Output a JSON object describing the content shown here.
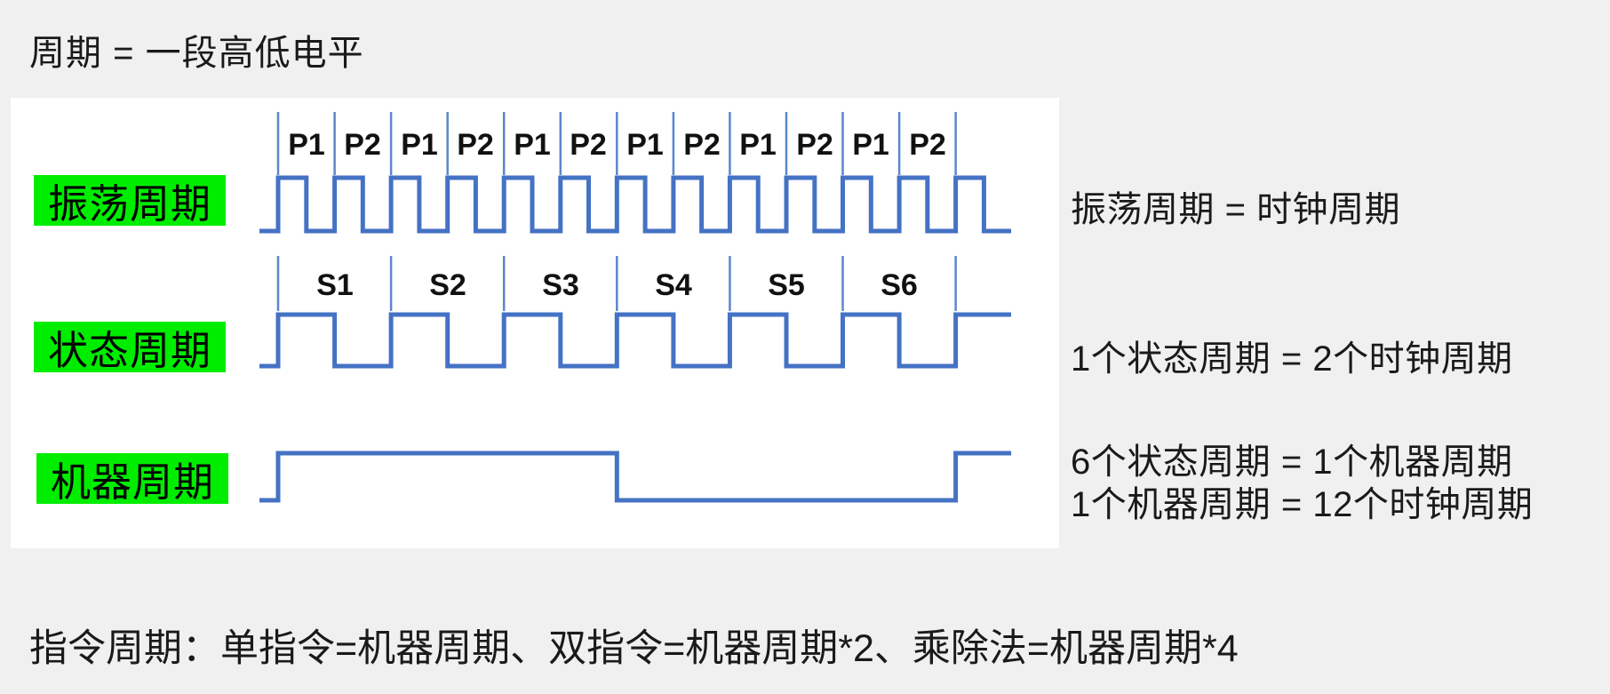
{
  "page": {
    "title": "周期 = 一段高低电平",
    "footer": "指令周期：单指令=机器周期、双指令=机器周期*2、乘除法=机器周期*4"
  },
  "waveforms": {
    "oscillation": {
      "label": "振荡周期",
      "phase_labels": [
        "P1",
        "P2",
        "P1",
        "P2",
        "P1",
        "P2",
        "P1",
        "P2",
        "P1",
        "P2",
        "P1",
        "P2"
      ]
    },
    "state": {
      "label": "状态周期",
      "state_labels": [
        "S1",
        "S2",
        "S3",
        "S4",
        "S5",
        "S6"
      ]
    },
    "machine": {
      "label": "机器周期"
    }
  },
  "notes": {
    "oscillation": "振荡周期 = 时钟周期",
    "state": "1个状态周期 = 2个时钟周期",
    "machine_line1": "6个状态周期 = 1个机器周期",
    "machine_line2": "1个机器周期 = 12个时钟周期"
  },
  "colors": {
    "wave_blue": "#4472c4",
    "tick_blue": "#5b87cb",
    "highlight_green": "#00ed00",
    "panel_white": "#ffffff",
    "page_gray": "#f0f0f0",
    "text_dark": "#1a1a1a"
  }
}
